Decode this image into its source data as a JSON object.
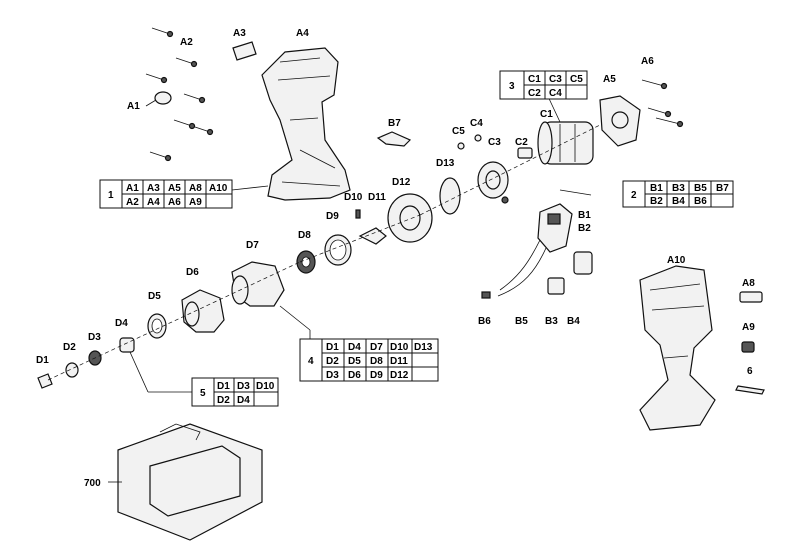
{
  "labels": {
    "A1": "A1",
    "A2": "A2",
    "A3": "A3",
    "A4": "A4",
    "A5": "A5",
    "A6": "A6",
    "A8": "A8",
    "A9": "A9",
    "A10": "A10",
    "B1": "B1",
    "B2": "B2",
    "B3": "B3",
    "B4": "B4",
    "B5": "B5",
    "B6": "B6",
    "B7": "B7",
    "C1": "C1",
    "C2": "C2",
    "C3": "C3",
    "C4": "C4",
    "C5": "C5",
    "D1": "D1",
    "D2": "D2",
    "D3": "D3",
    "D4": "D4",
    "D5": "D5",
    "D6": "D6",
    "D7": "D7",
    "D8": "D8",
    "D9": "D9",
    "D10": "D10",
    "D11": "D11",
    "D12": "D12",
    "D13": "D13",
    "p6": "6",
    "p700": "700"
  },
  "tables": {
    "t1": {
      "num": "1",
      "rows": [
        [
          "A1",
          "A3",
          "A5",
          "A8",
          "A10"
        ],
        [
          "A2",
          "A4",
          "A6",
          "A9",
          ""
        ]
      ]
    },
    "t2": {
      "num": "2",
      "rows": [
        [
          "B1",
          "B3",
          "B5",
          "B7"
        ],
        [
          "B2",
          "B4",
          "B6",
          ""
        ]
      ]
    },
    "t3": {
      "num": "3",
      "rows": [
        [
          "C1",
          "C3",
          "C5"
        ],
        [
          "C2",
          "C4",
          ""
        ]
      ]
    },
    "t4": {
      "num": "4",
      "rows": [
        [
          "D1",
          "D4",
          "D7",
          "D10",
          "D13"
        ],
        [
          "D2",
          "D5",
          "D8",
          "D11",
          ""
        ],
        [
          "D3",
          "D6",
          "D9",
          "D12",
          ""
        ]
      ]
    },
    "t5": {
      "num": "5",
      "rows": [
        [
          "D1",
          "D3",
          "D10"
        ],
        [
          "D2",
          "D4",
          ""
        ]
      ]
    }
  }
}
